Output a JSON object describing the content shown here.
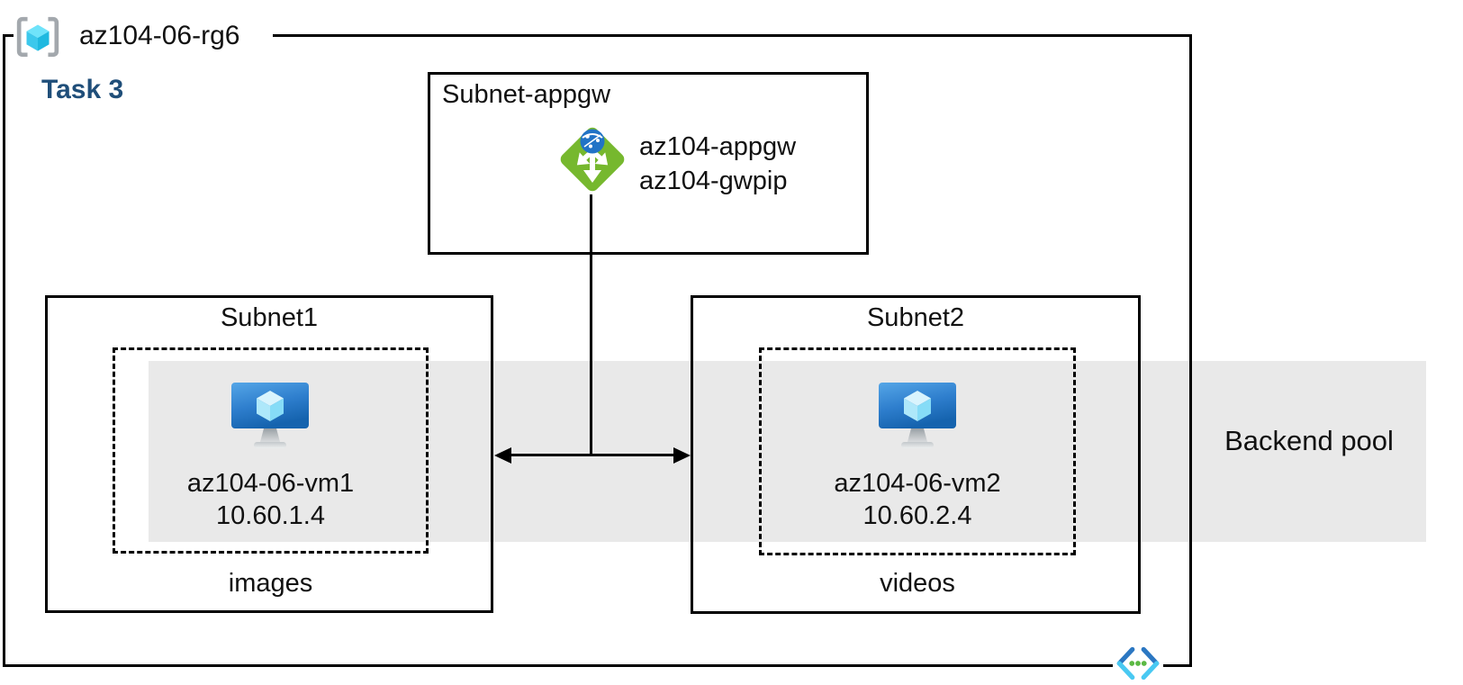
{
  "diagram": {
    "resource_group": {
      "title": "az104-06-rg6"
    },
    "task_label": "Task 3",
    "appgw_subnet": {
      "title": "Subnet-appgw",
      "gateway_name": "az104-appgw",
      "gateway_pip": "az104-gwpip"
    },
    "subnet1": {
      "title": "Subnet1",
      "vm_name": "az104-06-vm1",
      "vm_ip": "10.60.1.4",
      "folder_label": "images"
    },
    "subnet2": {
      "title": "Subnet2",
      "vm_name": "az104-06-vm2",
      "vm_ip": "10.60.2.4",
      "folder_label": "videos"
    },
    "backend_pool_label": "Backend pool",
    "icons": {
      "resource_group": "resource-group-icon",
      "application_gateway": "application-gateway-icon",
      "virtual_machine": "virtual-machine-icon",
      "virtual_network": "virtual-network-icon"
    },
    "colors": {
      "task_accent": "#1F4E79",
      "backend_band_gray": "#E9E9E9",
      "appgw_green": "#76B82E",
      "globe_blue": "#2173C6",
      "vm_screen_blue_top": "#55A6E7",
      "vm_screen_blue_bottom": "#1563AE",
      "cube_cyan_light": "#D9F4FD",
      "vnet_dark_blue": "#2B77C2",
      "vnet_cyan": "#49C9F2",
      "vnet_dot_green": "#5CB944",
      "line_black": "#000000"
    }
  }
}
